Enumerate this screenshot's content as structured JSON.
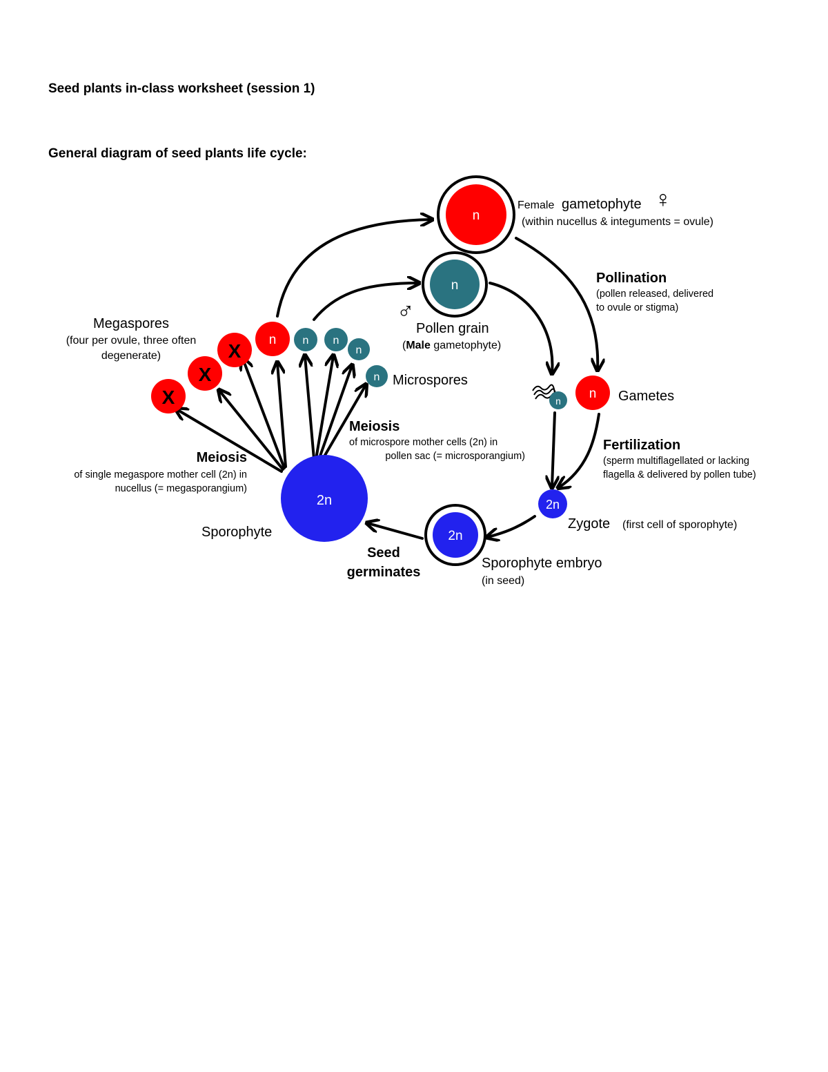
{
  "document": {
    "title": "Seed plants in-class worksheet (session 1)",
    "subtitle": "General diagram of seed plants life cycle:"
  },
  "diagram": {
    "female_gametophyte": {
      "prefix": "Female",
      "label": "gametophyte",
      "detail": "(within nucellus & integuments = ovule)",
      "ploidy": "n",
      "symbol": "♀"
    },
    "pollen_grain": {
      "label": "Pollen grain",
      "detail_prefix": "Male",
      "detail_suffix": "gametophyte)",
      "ploidy": "n",
      "symbol": "♂"
    },
    "pollination": {
      "label": "Pollination",
      "detail_line1": "(pollen released, delivered",
      "detail_line2": "to ovule or stigma)"
    },
    "megaspores": {
      "label": "Megaspores",
      "detail_line1": "(four per ovule, three often",
      "detail_line2": "degenerate)",
      "ploidy": "n",
      "degenerate_mark": "X"
    },
    "microspores": {
      "label": "Microspores",
      "ploidy": "n"
    },
    "gametes": {
      "label": "Gametes",
      "ploidy": "n"
    },
    "meiosis_micro": {
      "label": "Meiosis",
      "detail_line1": "of microspore mother cells (2n) in",
      "detail_line2": "pollen sac (= microsporangium)"
    },
    "meiosis_mega": {
      "label": "Meiosis",
      "detail_line1": "of single megaspore mother cell (2n) in",
      "detail_line2": "nucellus (= megasporangium)"
    },
    "fertilization": {
      "label": "Fertilization",
      "detail_line1": "(sperm multiflagellated or lacking",
      "detail_line2": "flagella & delivered by pollen tube)"
    },
    "zygote": {
      "label": "Zygote",
      "detail": "(first cell of sporophyte)",
      "ploidy": "2n"
    },
    "sporophyte": {
      "label": "Sporophyte",
      "ploidy": "2n"
    },
    "sporophyte_embryo": {
      "label": "Sporophyte embryo",
      "detail": "(in seed)",
      "ploidy": "2n"
    },
    "seed_germinates": {
      "line1": "Seed",
      "line2": "germinates"
    },
    "colors": {
      "haploid_female": "#ff0000",
      "haploid_male": "#2a7380",
      "diploid": "#2222ee",
      "arrow": "#000000"
    }
  }
}
